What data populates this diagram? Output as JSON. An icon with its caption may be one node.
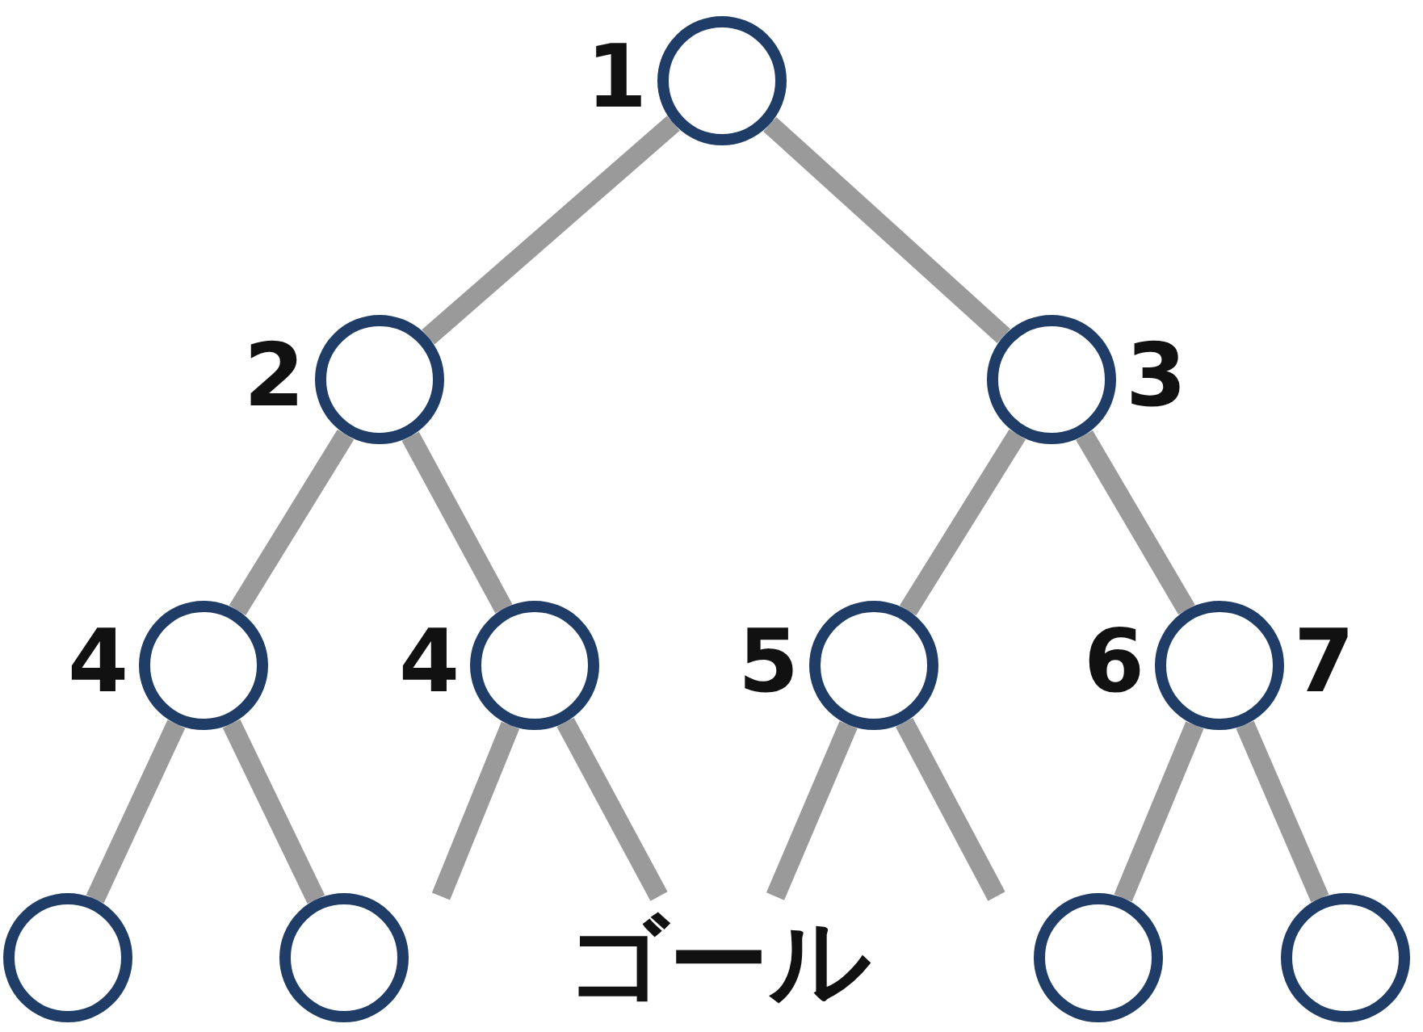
{
  "diagram": {
    "nodes": [
      {
        "text": [],
        "shape": "circle",
        "beside": [
          "1"
        ]
      },
      {
        "text": [],
        "shape": "circle",
        "beside": [
          "2"
        ]
      },
      {
        "text": [],
        "shape": "circle",
        "beside": [
          "3"
        ]
      },
      {
        "text": [],
        "shape": "circle",
        "beside": [
          "4"
        ]
      },
      {
        "text": [],
        "shape": "circle",
        "beside": [
          "4"
        ]
      },
      {
        "text": [],
        "shape": "circle",
        "beside": [
          "5"
        ]
      },
      {
        "text": [],
        "shape": "circle",
        "beside": [
          "6",
          "7"
        ]
      },
      {
        "text": [],
        "shape": "circle"
      },
      {
        "text": [],
        "shape": "circle"
      },
      {
        "text": [],
        "shape": "circle"
      },
      {
        "text": [],
        "shape": "circle"
      }
    ],
    "edges": [
      {
        "from": 0,
        "to": 1,
        "arrow": "none"
      },
      {
        "from": 0,
        "to": 2,
        "arrow": "none"
      },
      {
        "from": 1,
        "to": 3,
        "arrow": "none"
      },
      {
        "from": 1,
        "to": 4,
        "arrow": "none"
      },
      {
        "from": 2,
        "to": 5,
        "arrow": "none"
      },
      {
        "from": 2,
        "to": 6,
        "arrow": "none"
      },
      {
        "from": 3,
        "to": 7,
        "arrow": "none"
      },
      {
        "from": 3,
        "to": 8,
        "arrow": "none"
      },
      {
        "from": 4,
        "to": null,
        "arrow": "none"
      },
      {
        "from": 4,
        "to": null,
        "arrow": "none"
      },
      {
        "from": 5,
        "to": null,
        "arrow": "none"
      },
      {
        "from": 5,
        "to": null,
        "arrow": "none"
      },
      {
        "from": 6,
        "to": 9,
        "arrow": "none"
      },
      {
        "from": 6,
        "to": 10,
        "arrow": "none"
      }
    ],
    "labels": [
      "ゴール"
    ]
  }
}
